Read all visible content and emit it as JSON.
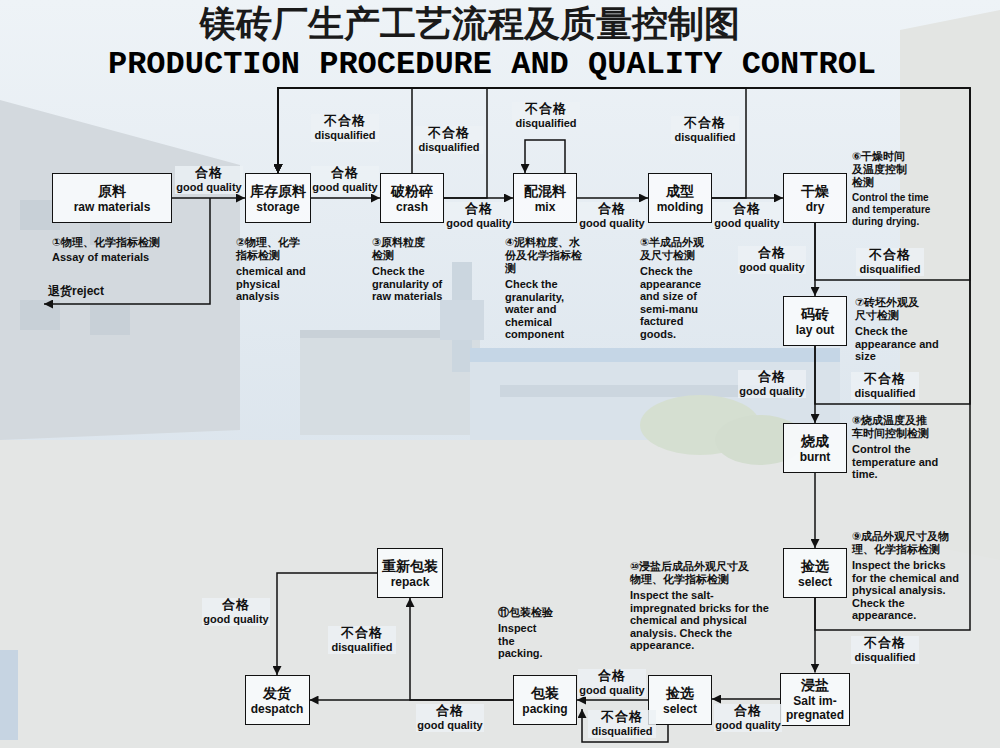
{
  "diagram": {
    "title": "镁砖厂生产工艺流程及质量控制图",
    "nodes": [
      {
        "text": [
          "原料",
          "raw materials"
        ]
      },
      {
        "text": [
          "库存原料",
          "storage"
        ]
      },
      {
        "text": [
          "破粉碎",
          "crash"
        ]
      },
      {
        "text": [
          "配混料",
          "mix"
        ]
      },
      {
        "text": [
          "成型",
          "molding"
        ]
      },
      {
        "text": [
          "干燥",
          "dry"
        ]
      },
      {
        "text": [
          "码砖",
          "lay out"
        ]
      },
      {
        "text": [
          "烧成",
          "burnt"
        ]
      },
      {
        "text": [
          "捡选",
          "select"
        ]
      },
      {
        "text": [
          "浸盐",
          "Salt im- pregnated"
        ]
      },
      {
        "text": [
          "捡选",
          "select"
        ]
      },
      {
        "text": [
          "包装",
          "packing"
        ]
      },
      {
        "text": [
          "发货",
          "despatch"
        ]
      },
      {
        "text": [
          "重新包装",
          "repack"
        ]
      }
    ],
    "edges": [
      {
        "from": 0,
        "to": 1,
        "label": "合格 good quality",
        "arrow": "to"
      },
      {
        "from": 1,
        "to": 2,
        "label": "合格 good quality",
        "arrow": "to"
      },
      {
        "from": 2,
        "to": 3,
        "label": "合格 good quality",
        "arrow": "to"
      },
      {
        "from": 3,
        "to": 4,
        "label": "合格 good quality",
        "arrow": "to"
      },
      {
        "from": 4,
        "to": 5,
        "label": "合格 good quality",
        "arrow": "to"
      },
      {
        "from": 5,
        "to": 6,
        "label": "合格 good quality",
        "arrow": "to"
      },
      {
        "from": 6,
        "to": 7,
        "label": "合格 good quality",
        "arrow": "to"
      },
      {
        "from": 7,
        "to": 8,
        "arrow": "to"
      },
      {
        "from": 8,
        "to": 9,
        "arrow": "to"
      },
      {
        "from": 9,
        "to": 10,
        "label": "合格 good quality",
        "arrow": "to"
      },
      {
        "from": 10,
        "to": 11,
        "label": "合格 good quality",
        "arrow": "to"
      },
      {
        "from": 11,
        "to": 12,
        "label": "合格 good quality",
        "arrow": "to"
      },
      {
        "from": 11,
        "to": 13,
        "label": "不合格 disqualified",
        "arrow": "to"
      },
      {
        "from": 13,
        "to": 12,
        "label": "合格 good quality",
        "arrow": "to"
      },
      {
        "from": 2,
        "to": 1,
        "label": "不合格 disqualified",
        "arrow": "to"
      },
      {
        "from": 2,
        "to": 1,
        "label": "不合格 disqualified",
        "arrow": "to"
      },
      {
        "from": 3,
        "to": 3,
        "label": "不合格 disqualified",
        "arrow": "to"
      },
      {
        "from": 4,
        "to": 1,
        "label": "不合格 disqualified",
        "arrow": "to"
      },
      {
        "from": 5,
        "to": 1,
        "label": "不合格 disqualified",
        "arrow": "to"
      },
      {
        "from": 6,
        "to": 1,
        "label": "不合格 disqualified",
        "arrow": "to"
      },
      {
        "from": 8,
        "to": 1,
        "label": "不合格 disqualified",
        "arrow": "to"
      }
    ],
    "labels": [
      "PRODUCTION PROCEDURE AND QUALITY CONTROL",
      "①物理、化学指标检测",
      "Assay of materials",
      "②物理、化学 指标检测",
      "chemical and physical analysis",
      "③原料粒度 检测",
      "Check the granularity of raw materials",
      "④泥料粒度、水 份及化学指标检 测",
      "Check the granularity, water and chemical component",
      "⑤半成品外观 及尺寸检测",
      "Check the appearance and size of semi-manu factured goods.",
      "⑥干燥时间 及温度控制 检测",
      "Control the time and temperature during drying.",
      "⑦砖坯外观及 尺寸检测",
      "Check the appearance and size",
      "⑧烧成温度及推 车时间控制检测",
      "Control the temperature and time.",
      "⑨成品外观尺寸及物 理、化学指标检测",
      "Inspect the bricks for the chemical and physical analysis. Check the appearance.",
      "⑩浸盐后成品外观尺寸及 物理、化学指标检测",
      "Inspect the salt-impregnated bricks for the chemical and physical analysis. Check the appearance.",
      "⑪包装检验",
      "Inspect the packing.",
      "退货reject",
      "不合格 disqualified"
    ]
  }
}
